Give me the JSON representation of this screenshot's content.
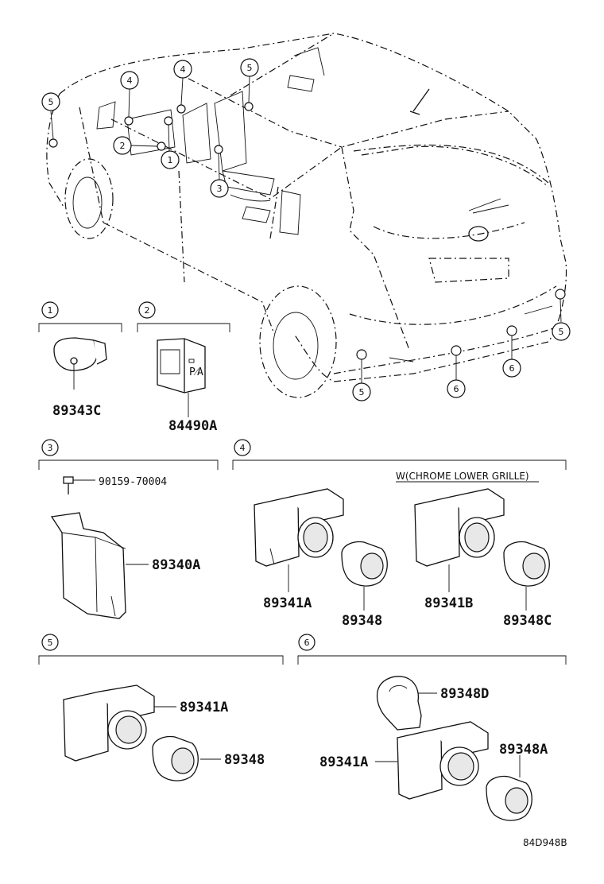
{
  "diagram": {
    "car_callouts": [
      {
        "num": "5"
      },
      {
        "num": "4"
      },
      {
        "num": "4"
      },
      {
        "num": "5"
      },
      {
        "num": "2"
      },
      {
        "num": "1"
      },
      {
        "num": "3"
      },
      {
        "num": "5"
      },
      {
        "num": "6"
      },
      {
        "num": "6"
      },
      {
        "num": "5"
      }
    ],
    "sections": [
      {
        "num": "1",
        "parts": [
          {
            "label": "89343C"
          }
        ]
      },
      {
        "num": "2",
        "parts": [
          {
            "label": "84490A"
          }
        ]
      },
      {
        "num": "3",
        "parts": [
          {
            "label": "90159-70004"
          },
          {
            "label": "89340A"
          }
        ]
      },
      {
        "num": "4",
        "note": "W(CHROME LOWER GRILLE)",
        "parts": [
          {
            "label": "89341A"
          },
          {
            "label": "89348"
          },
          {
            "label": "89341B"
          },
          {
            "label": "89348C"
          }
        ]
      },
      {
        "num": "5",
        "parts": [
          {
            "label": "89341A"
          },
          {
            "label": "89348"
          }
        ]
      },
      {
        "num": "6",
        "parts": [
          {
            "label": "89348D"
          },
          {
            "label": "89341A"
          },
          {
            "label": "89348A"
          }
        ]
      }
    ],
    "figure_code": "84D948B"
  }
}
